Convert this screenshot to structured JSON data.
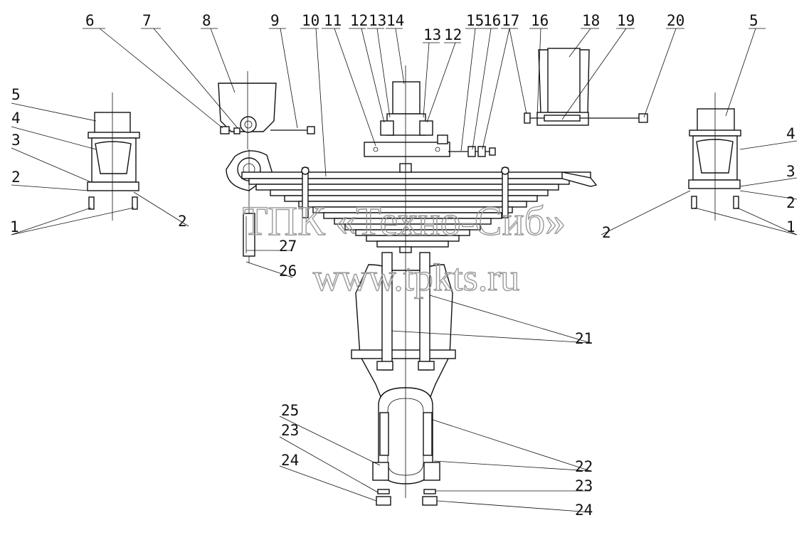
{
  "watermark": {
    "company": "ТПК «Техно-Сиб»",
    "website": "www.tpkts.ru"
  },
  "callouts": [
    "1",
    "1",
    "2",
    "2",
    "2",
    "2",
    "3",
    "3",
    "4",
    "4",
    "5",
    "5",
    "6",
    "7",
    "8",
    "9",
    "10",
    "11",
    "12",
    "12",
    "13",
    "13",
    "14",
    "15",
    "16",
    "16",
    "17",
    "18",
    "19",
    "20",
    "21",
    "22",
    "23",
    "23",
    "24",
    "24",
    "25",
    "26",
    "27"
  ]
}
